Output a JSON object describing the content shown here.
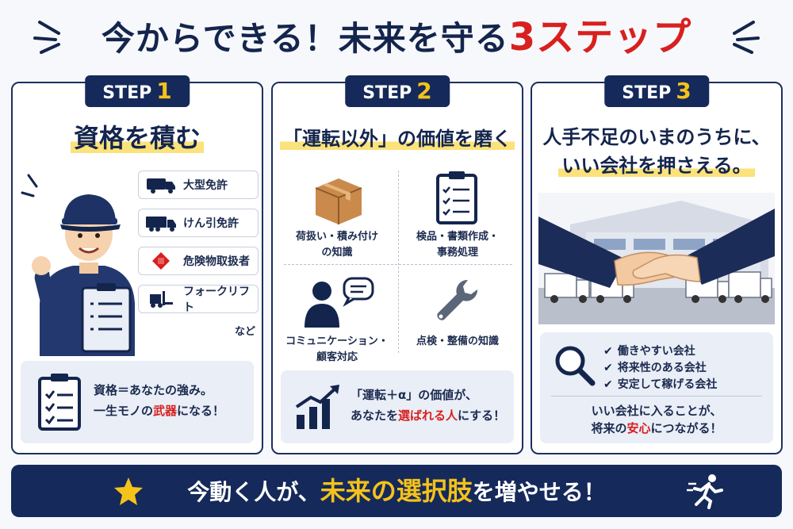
{
  "headline": {
    "text_a": "今からできる！未来を守る",
    "num": "3",
    "text_b": "ステップ"
  },
  "steps": [
    {
      "label": "STEP",
      "num": "1",
      "title": "資格を積む",
      "licenses": [
        "大型免許",
        "けん引免許",
        "危険物取扱者",
        "フォークリフト"
      ],
      "etc": "など",
      "note_line1": "資格＝あなたの強み。",
      "note_line2_a": "一生モノの",
      "note_line2_red": "武器",
      "note_line2_b": "になる！"
    },
    {
      "label": "STEP",
      "num": "2",
      "title": "「運転以外」の価値を磨く",
      "skills": [
        {
          "line1": "荷扱い・積み付け",
          "line2": "の知識"
        },
        {
          "line1": "検品・書類作成・",
          "line2": "事務処理"
        },
        {
          "line1": "コミュニケーション・",
          "line2": "顧客対応"
        },
        {
          "line1": "点検・整備の知識",
          "line2": ""
        }
      ],
      "note_line1": "「運転＋α」の価値が、",
      "note_line2_a": "あなたを",
      "note_line2_red": "選ばれる人",
      "note_line2_b": "にする！"
    },
    {
      "label": "STEP",
      "num": "3",
      "title_line1": "人手不足のいまのうちに、",
      "title_line2": "いい会社を押さえる。",
      "checks": [
        "働きやすい会社",
        "将来性のある会社",
        "安定して稼げる会社"
      ],
      "msg_line1": "いい会社に入ることが、",
      "msg_line2_a": "将来の",
      "msg_line2_red": "安心",
      "msg_line2_b": "につながる！"
    }
  ],
  "banner": {
    "a": "今動く人が、",
    "yel": "未来の選択肢",
    "b": "を増やせる！"
  },
  "colors": {
    "navy": "#15295a",
    "red": "#d8201f",
    "yellow": "#f4c21b"
  }
}
